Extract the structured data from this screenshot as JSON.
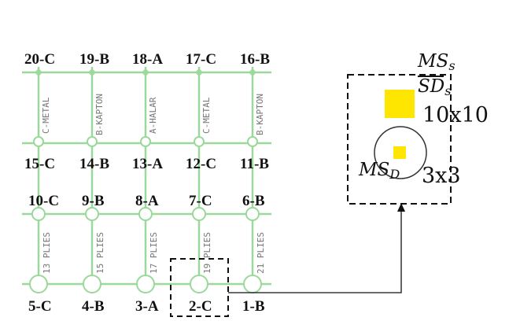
{
  "grid": {
    "row_labels_top": [
      "20-C",
      "19-B",
      "18-A",
      "17-C",
      "16-B"
    ],
    "row_labels_mid": [
      "15-C",
      "14-B",
      "13-A",
      "12-C",
      "11-B"
    ],
    "row_labels_low": [
      "10-C",
      "9-B",
      "8-A",
      "7-C",
      "6-B"
    ],
    "row_labels_bottom": [
      "5-C",
      "4-B",
      "3-A",
      "2-C",
      "1-B"
    ],
    "materials": [
      "C-METAL",
      "B-KAPTON",
      "A-HALAR",
      "C-METAL",
      "B-KAPTON"
    ],
    "plies": [
      "13 PLIES",
      "15 PLIES",
      "17 PLIES",
      "19 PLIES",
      "21 PLIES"
    ]
  },
  "inset": {
    "ms_s_main": "MS",
    "ms_s_sub": "s",
    "sd_s_main": "SD",
    "sd_s_sub": "s",
    "size_large": "10x10",
    "ms_d_main": "MS",
    "ms_d_sub": "D",
    "size_small": "3x3"
  },
  "colors": {
    "grid_line": "#9bd89b",
    "highlight": "#ffe600",
    "dash": "#111111"
  }
}
